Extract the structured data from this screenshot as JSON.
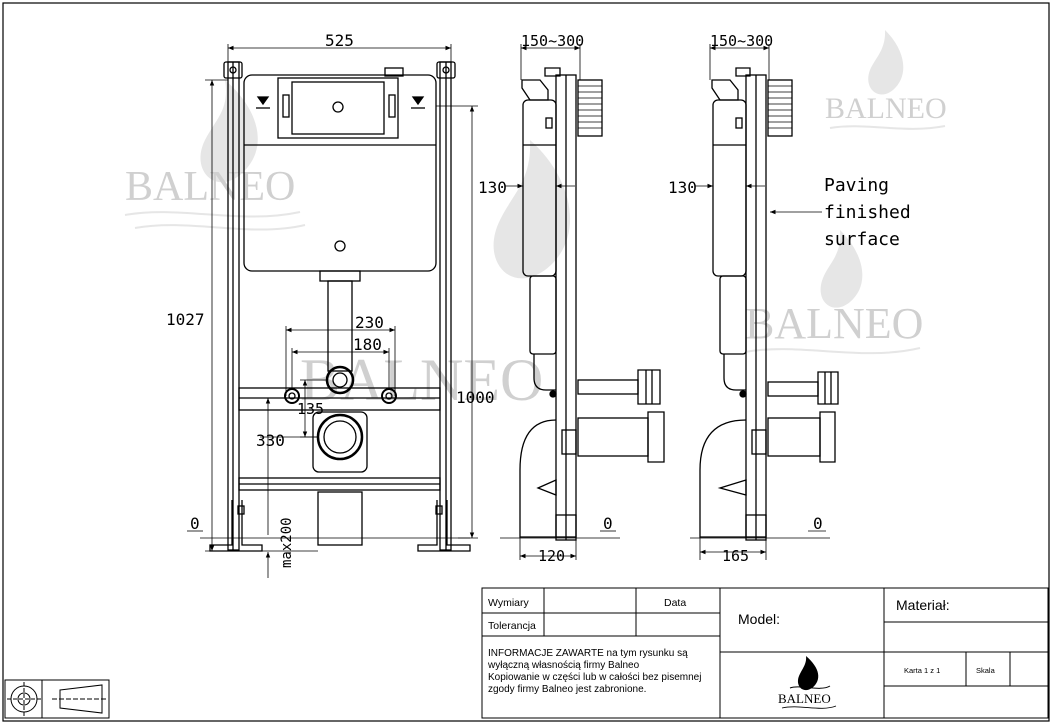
{
  "watermark": {
    "brand": "BALNEO"
  },
  "front_view": {
    "dim_width": "525",
    "dim_height_total": "1027",
    "dim_height_frame": "1000",
    "dim_230": "230",
    "dim_180": "180",
    "dim_135": "135",
    "dim_330": "330",
    "zero_label": "0",
    "dim_max200": "max200"
  },
  "side_view_1": {
    "dim_top": "150~300",
    "dim_130": "130",
    "dim_bottom": "120",
    "zero_label": "0"
  },
  "side_view_2": {
    "dim_top": "150~300",
    "dim_130": "130",
    "dim_bottom": "165",
    "zero_label": "0",
    "note_line1": "Paving",
    "note_line2": "finished",
    "note_line3": "surface"
  },
  "title_block": {
    "wymiary": "Wymiary",
    "tolerancja": "Tolerancja",
    "data": "Data",
    "model": "Model:",
    "material": "Materiał:",
    "info_line1": "INFORMACJE ZAWARTE na tym rysunku są",
    "info_line2": "wyłączną własnością firmy Balneo",
    "info_line3": "Kopiowanie w części lub w całości bez pisemnej",
    "info_line4": "zgody firmy Balneo jest zabronione.",
    "karta": "Karta 1 z 1",
    "skala": "Skala",
    "logo_text": "BALNEO"
  }
}
